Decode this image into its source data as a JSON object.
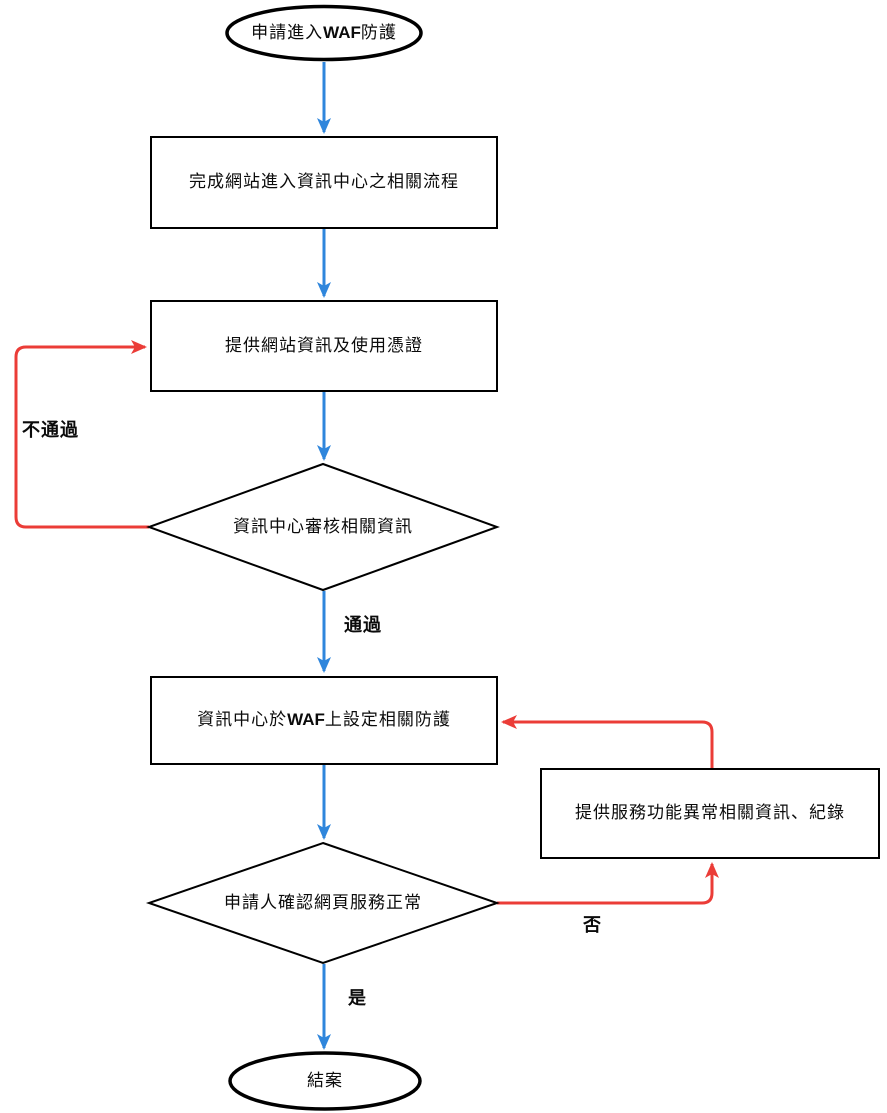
{
  "diagram_title": "WAF protection application flowchart",
  "colors": {
    "forward_flow": "#2f86dc",
    "return_flow": "#eb3c37",
    "shape_stroke": "#000000",
    "shape_fill": "#ffffff",
    "text": "#0b0b0b"
  },
  "nodes": {
    "start": {
      "pre": "申請進入",
      "bold": "WAF",
      "post": "防護"
    },
    "step1": {
      "label": "完成網站進入資訊中心之相關流程"
    },
    "step2": {
      "label": "提供網站資訊及使用憑證"
    },
    "decision1": {
      "label": "資訊中心審核相關資訊"
    },
    "step3": {
      "pre": "資訊中心於",
      "bold": "WAF",
      "post": "上設定相關防護"
    },
    "decision2": {
      "label": "申請人確認網頁服務正常"
    },
    "step4": {
      "label": "提供服務功能異常相關資訊、紀錄"
    },
    "end": {
      "label": "結案"
    }
  },
  "edge_labels": {
    "reject": "不通過",
    "pass": "通過",
    "no": "否",
    "yes": "是"
  }
}
